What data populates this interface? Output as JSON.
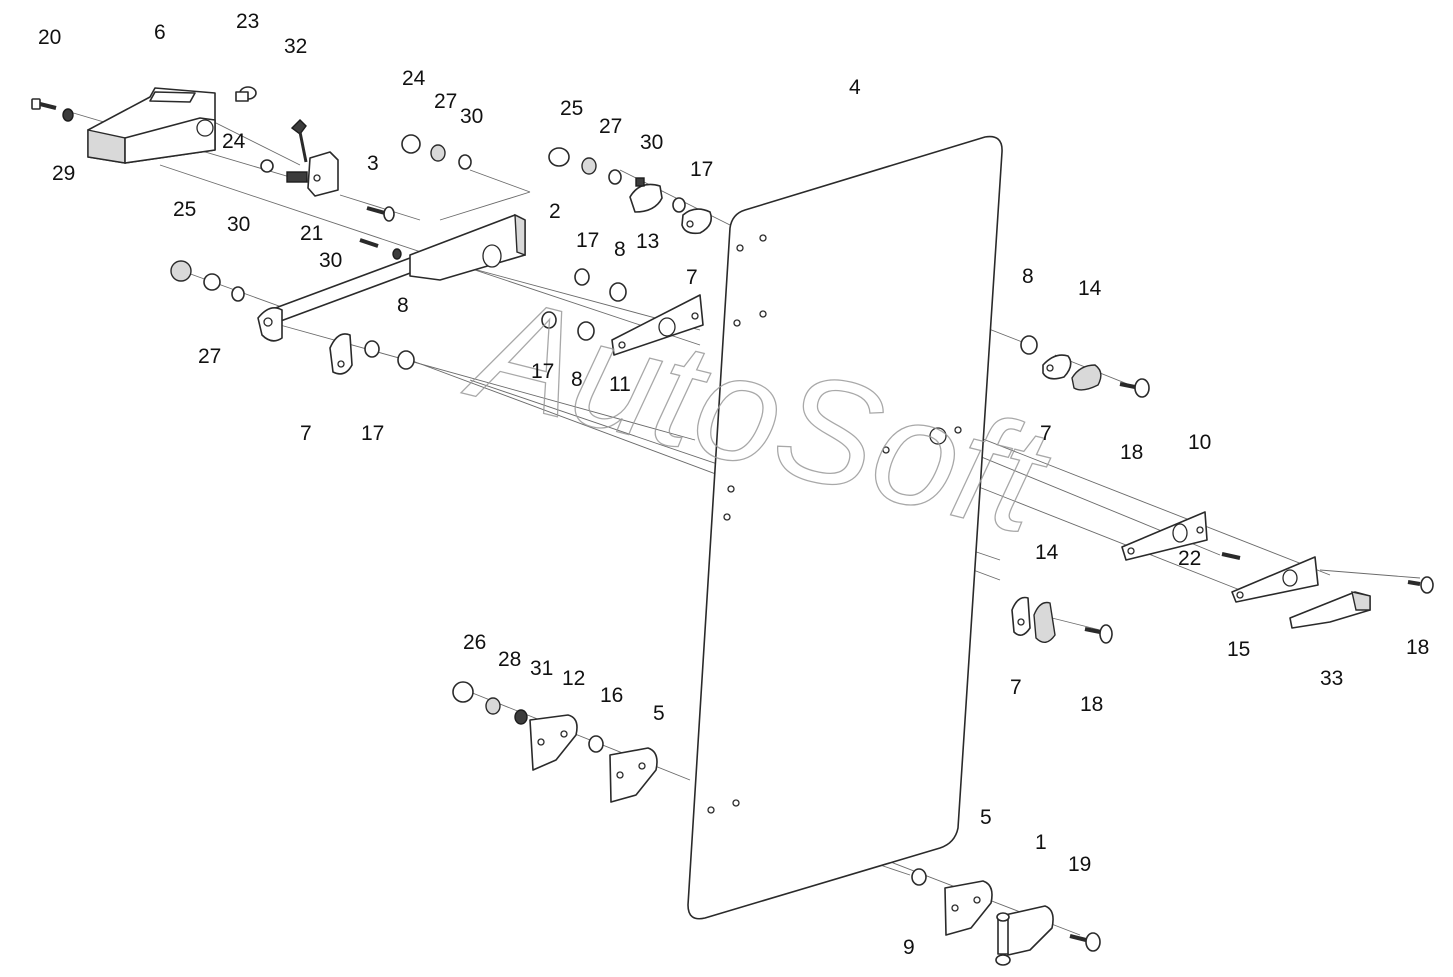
{
  "watermark": "AutoSoft",
  "callouts": [
    "1",
    "2",
    "3",
    "4",
    "5",
    "6",
    "7",
    "8",
    "9",
    "10",
    "11",
    "12",
    "13",
    "14",
    "15",
    "16",
    "17",
    "18",
    "19",
    "20",
    "21",
    "22",
    "23",
    "24",
    "25",
    "26",
    "27",
    "28",
    "29",
    "30",
    "31",
    "32",
    "33"
  ],
  "colors": {
    "line": "#2a2a2a",
    "axis": "#6a6a6a",
    "watermark": "#9a9a9a",
    "background": "#ffffff"
  }
}
